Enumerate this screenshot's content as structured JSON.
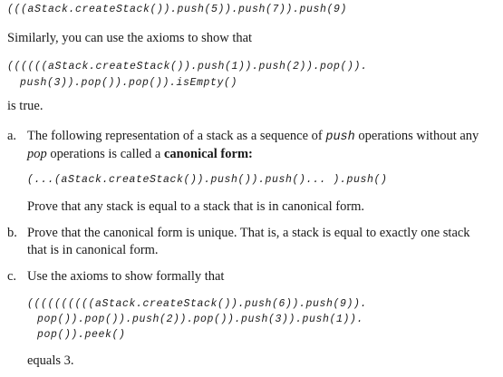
{
  "line1_code": "(((aStack.createStack()).push(5)).push(7)).push(9)",
  "similarly_text": "Similarly, you can use the axioms to show that",
  "code2_line1": "((((((aStack.createStack()).push(1)).push(2)).pop()).",
  "code2_line2": "push(3)).pop()).pop()).isEmpty()",
  "is_true": "is true.",
  "item_a": {
    "marker": "a.",
    "p1_pre": "The following representation of a stack as a sequence of ",
    "p1_push": "push",
    "p1_mid": " operations without any ",
    "p1_pop": "pop",
    "p1_mid2": " operations is called a ",
    "p1_bold": "canonical form:",
    "code": "(...(aStack.createStack()).push()).push()... ).push()",
    "p2": "Prove that any stack is equal to a stack that is in canonical form."
  },
  "item_b": {
    "marker": "b.",
    "text": "Prove that the canonical form is unique. That is, a stack is equal to exactly one stack that is in canonical form."
  },
  "item_c": {
    "marker": "c.",
    "text": "Use the axioms to show formally that",
    "code_line1": "((((((((((aStack.createStack()).push(6)).push(9)).",
    "code_line2": "pop()).pop()).push(2)).pop()).push(3)).push(1)).",
    "code_line3": "pop()).peek()",
    "equals": "equals 3."
  }
}
